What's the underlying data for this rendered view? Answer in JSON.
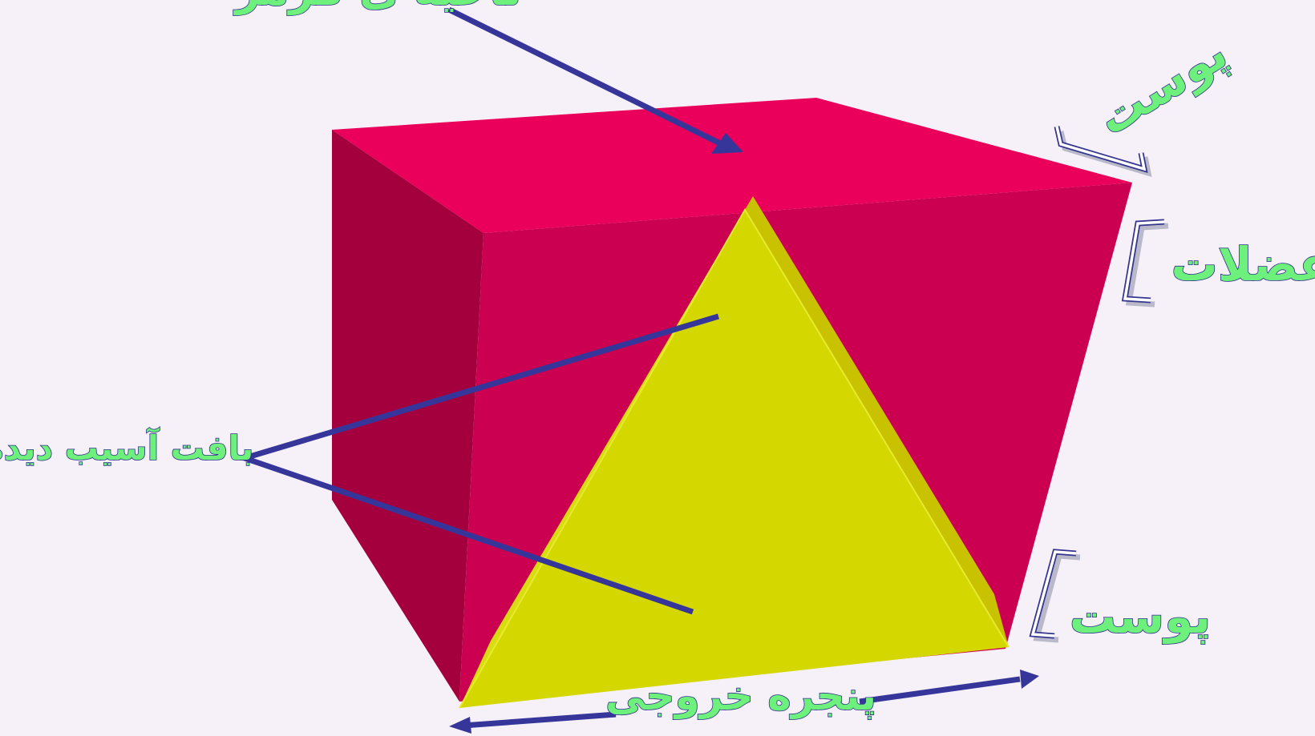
{
  "labels": {
    "top_partial": "ناحیه ی قرمز",
    "skin_top": "پوست",
    "muscles": "عضلات",
    "damaged_tissue": "بافت آسیب دیده",
    "skin_bottom": "پوست",
    "exit_window": "پنجره خروجی"
  },
  "colors": {
    "background": "#f6f0f8",
    "block_top": "#ea005a",
    "block_front": "#cc0050",
    "block_side": "#a5003e",
    "tissue": "#d4d800",
    "label_fill": "#6df07c",
    "pointer": "#36369a"
  }
}
